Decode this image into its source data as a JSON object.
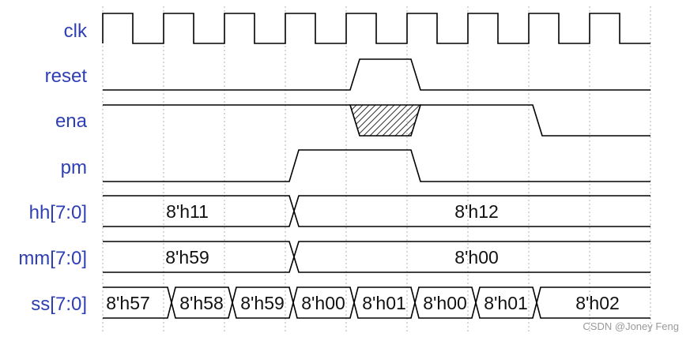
{
  "signals": [
    {
      "label": "clk"
    },
    {
      "label": "reset"
    },
    {
      "label": "ena"
    },
    {
      "label": "pm"
    },
    {
      "label": "hh[7:0]",
      "values": [
        "8'h11",
        "8'h12"
      ]
    },
    {
      "label": "mm[7:0]",
      "values": [
        "8'h59",
        "8'h00"
      ]
    },
    {
      "label": "ss[7:0]",
      "values": [
        "8'h57",
        "8'h58",
        "8'h59",
        "8'h00",
        "8'h01",
        "8'h00",
        "8'h01",
        "8'h02"
      ]
    }
  ],
  "watermark": "CSDN @Joney Feng"
}
